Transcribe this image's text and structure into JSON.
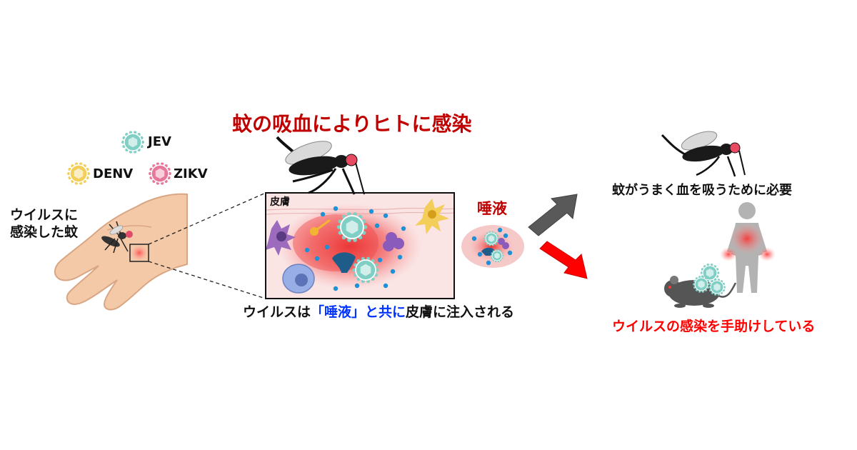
{
  "title": "蚊の吸血によりヒトに感染",
  "viruses": [
    {
      "label": "JEV",
      "color": "#7fcfc4"
    },
    {
      "label": "DENV",
      "color": "#f2cf5b"
    },
    {
      "label": "ZIKV",
      "color": "#e8789b"
    }
  ],
  "left_caption_line1": "ウイルスに",
  "left_caption_line2": "感染した蚊",
  "skin_label": "皮膚",
  "saliva_label": "唾液",
  "injection_caption": {
    "part1": "ウイルスは",
    "part2": "「唾液」と共に",
    "part3": "皮膚に注入される"
  },
  "right_caption_top": "蚊がうまく血を吸うために必要",
  "right_caption_bottom": "ウイルスの感染を手助けしている",
  "colors": {
    "title_red": "#c00000",
    "highlight_blue": "#0033ff",
    "bottom_red": "#ff0000",
    "arrow_gray": "#595959",
    "arrow_red": "#ff0000"
  }
}
